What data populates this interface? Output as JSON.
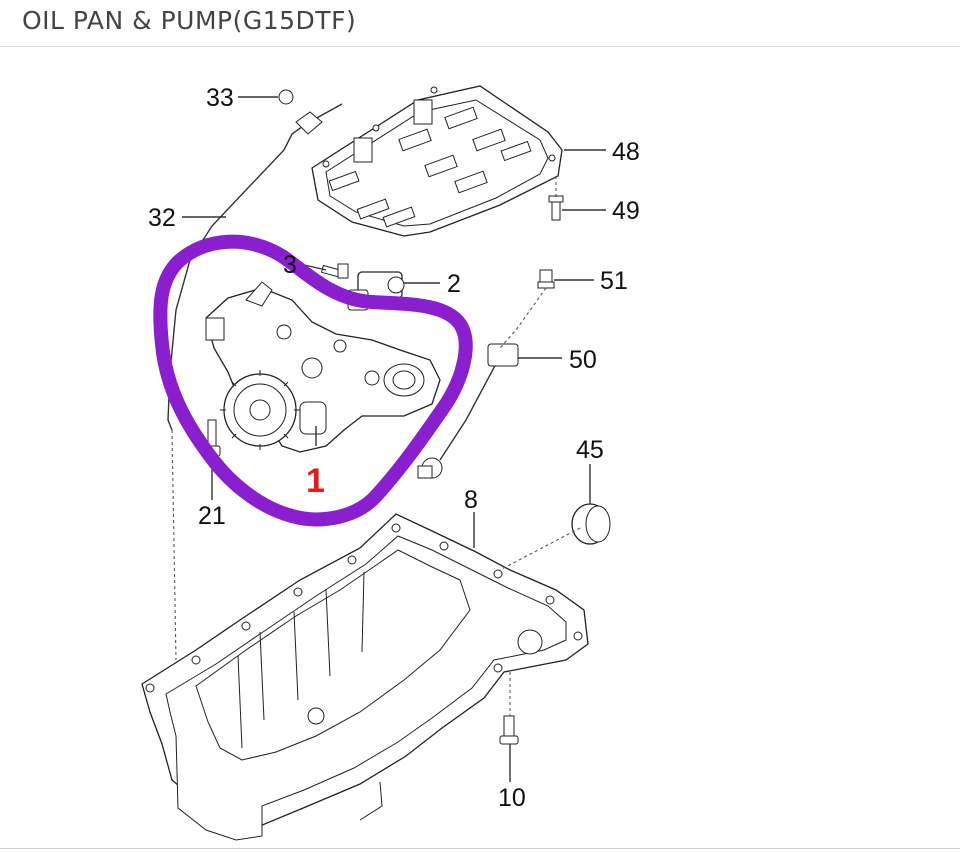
{
  "header": {
    "title": "OIL PAN & PUMP(G15DTF)"
  },
  "highlight": {
    "color": "#8a1fd0",
    "label_color": "#e21b1b"
  },
  "callouts": {
    "c33": "33",
    "c32": "32",
    "c48": "48",
    "c49": "49",
    "c3": "3",
    "c2": "2",
    "c51": "51",
    "c50": "50",
    "c1": "1",
    "c21": "21",
    "c45": "45",
    "c8": "8",
    "c10": "10"
  }
}
